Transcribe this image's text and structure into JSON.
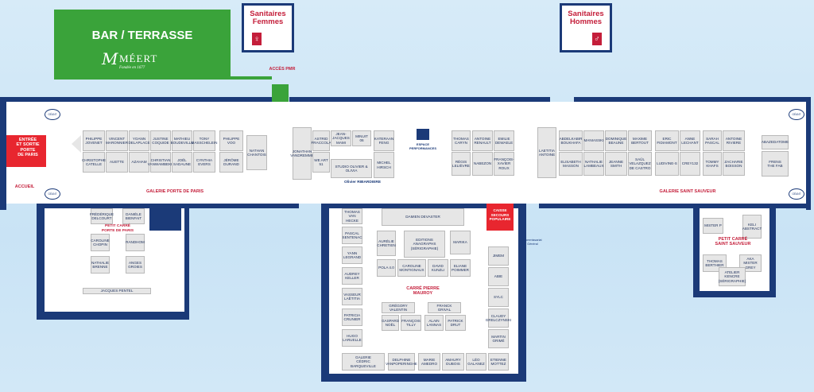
{
  "bar": {
    "title": "BAR / TERRASSE",
    "brand": "MÉERT",
    "brand_tag": "Fondée en 1677",
    "monogram": "M",
    "color": "#3aa33a"
  },
  "toilets": {
    "women": "Sanitaires\nFemmes",
    "men": "Sanitaires\nHommes",
    "women_icon": "woman-icon",
    "men_icon": "man-icon"
  },
  "entrance": {
    "label": "ENTRÉE\nET SORTIE\nPORTE\nDE PARIS",
    "accueil": "ACCUEIL",
    "acces_pmr": "ACCÈS PMR"
  },
  "galleries": {
    "porte_de_paris": "GALERIE PORTE DE PARIS",
    "saint_sauveur": "GALERIE SAINT SAUVEUR",
    "petit_carre_pdp": "PETIT CARRÉ\nPORTE DE PARIS",
    "petit_carre_ss": "PETIT CARRÉ\nSAINT SAUVEUR",
    "carre_pierre_mauroy": "CARRÉ PIERRE\nMAUROY",
    "espace_performances": "ESPACE\nPERFORMANCES",
    "caisse": "CAISSE\nSECOURS\nPOPULAIRE",
    "commissariat": "Commissariat\nGénéral",
    "geant": "GÉANT"
  },
  "stands": {
    "s1": "Philippe\nJOVENET",
    "s2": "Vincent\nMARONNIER",
    "s3": "Yoann\nDELAPLACE",
    "s4": "Justine\nCOQUIDE",
    "s5": "Mathieu\nBOUDEVILLE",
    "s6": "Tony\nMASSCHELEIN",
    "s7": "PHILIPPE VOO",
    "s8": "Christophe\nCATELLE",
    "s9": "AUETTE",
    "s10": "AZAHAM",
    "s11": "Christian\nVANWAMBEKE",
    "s12": "Joël\nSADAUNE",
    "s13": "Cynthia\nEVERS",
    "s14": "Jérôme\nDURAND",
    "s15": "Nathan\nCHANTOIS",
    "s16": "Jonathan\nVANDREMME",
    "s17": "Astrid\nFRACCOLA",
    "s18": "Jean-Jacques\nMAMI",
    "s19": "Minuit 06",
    "s20": "Kateraan\nFENG",
    "s21": "WE ART\n51",
    "s22": "Studio Olivier & Olivia",
    "s23": "Michel\nHIRSCH",
    "s24": "Olivier RIBARDIERE",
    "s25": "Thomas\nCARYN",
    "s26": "Antoine\nRENAULT",
    "s27": "Emilie\nDEWAELE",
    "s28": "Régis\nLELIÈVRE",
    "s29": "NABEZON",
    "s30": "François-Xavier\nROUX",
    "s31": "Laetitia\nANTOINE",
    "s32": "Abdelkabir\nBOUKHAFA",
    "s33": "Maniasski",
    "s34": "Dominique\nBEAUNE",
    "s35": "Maxime\nBERTOUT",
    "s36": "Eric\nFIDIAMONT",
    "s37": "Anne\nLECHANT",
    "s38": "Sarah\nPASCAL",
    "s39": "Antoine\nRIVIERE",
    "s40": "ABAZEDATOME",
    "s41": "Elisabeth\nMASSON",
    "s42": "Nathalie\nLAMBEAUX",
    "s43": "Jeanne\nSMITH",
    "s44": "Saül\nVELAZQUEZ\nDE CASTRO",
    "s45": "Ludivine-S",
    "s46": "CREY132",
    "s47": "Tommy\nKHAFS",
    "s48": "Zacharie\nBOISSON",
    "s49": "FRENS\nTHE FAB",
    "s50": "Frédérique\nDELCOURT",
    "s51": "Danièle\nBIENFAIT",
    "s52": "Caroline\nCHOPIN",
    "s53": "RANDHOM",
    "s54": "Nathalie\nBRENNE",
    "s55": "ANGES\nGROIES",
    "s56": "Jacques PENTEL",
    "s57": "MISTER P",
    "s58": "KELI\nABSTRACT",
    "s59": "Thomas\nBERTHIER",
    "s60": "Aka\nMISTER GREY",
    "s61": "ATELIER\nKENCRE\n(Sérigraphie)",
    "s62": "Thomas\nVAN HECKE",
    "s63": "Pascal\nSENTENAC",
    "s64": "Yann\nLEGRAND",
    "s65": "Audrey\nKELLER",
    "s66": "VASSEUR\nLaëtitia",
    "s67": "Patricia\nCRUNIER",
    "s68": "Hugo\nLARUELLE",
    "s69": "Galerie\nCédric Barqueville",
    "s70": "Delphine\nVANPOPERINGHE",
    "s71": "Marie\nAMEDRO",
    "s72": "Amaury\nDUBOIS",
    "s73": "Léo\nGALANEZ",
    "s74": "Etienne\nMOTTEZ",
    "s75": "Damien DEVASTER",
    "s76": "Aurélie\nCHRETIEN",
    "s77": "EDITIONS\nANAGRAPHS\n(sérigraphie)",
    "s78": "MARIKA",
    "s79": "POLA 4.0",
    "s80": "Caroline\nMONTIGNAUX",
    "s81": "David\nKUNZLI",
    "s82": "Eliane\nPOIMMER",
    "s83": "Grégory\nVALENTIN",
    "s84": "Franck\nGRIVAL",
    "s85": "Gaspard\nNOËL",
    "s86": "François\nTILLY",
    "s87": "Alain\nLANNAS",
    "s88": "Patrick\nDRUT",
    "s89": "JIMEM",
    "s90": "ABIE",
    "s91": "SylC",
    "s92": "Claudy\nGRELCZYNSKI",
    "s93": "Martin\nGRIMÉ"
  }
}
